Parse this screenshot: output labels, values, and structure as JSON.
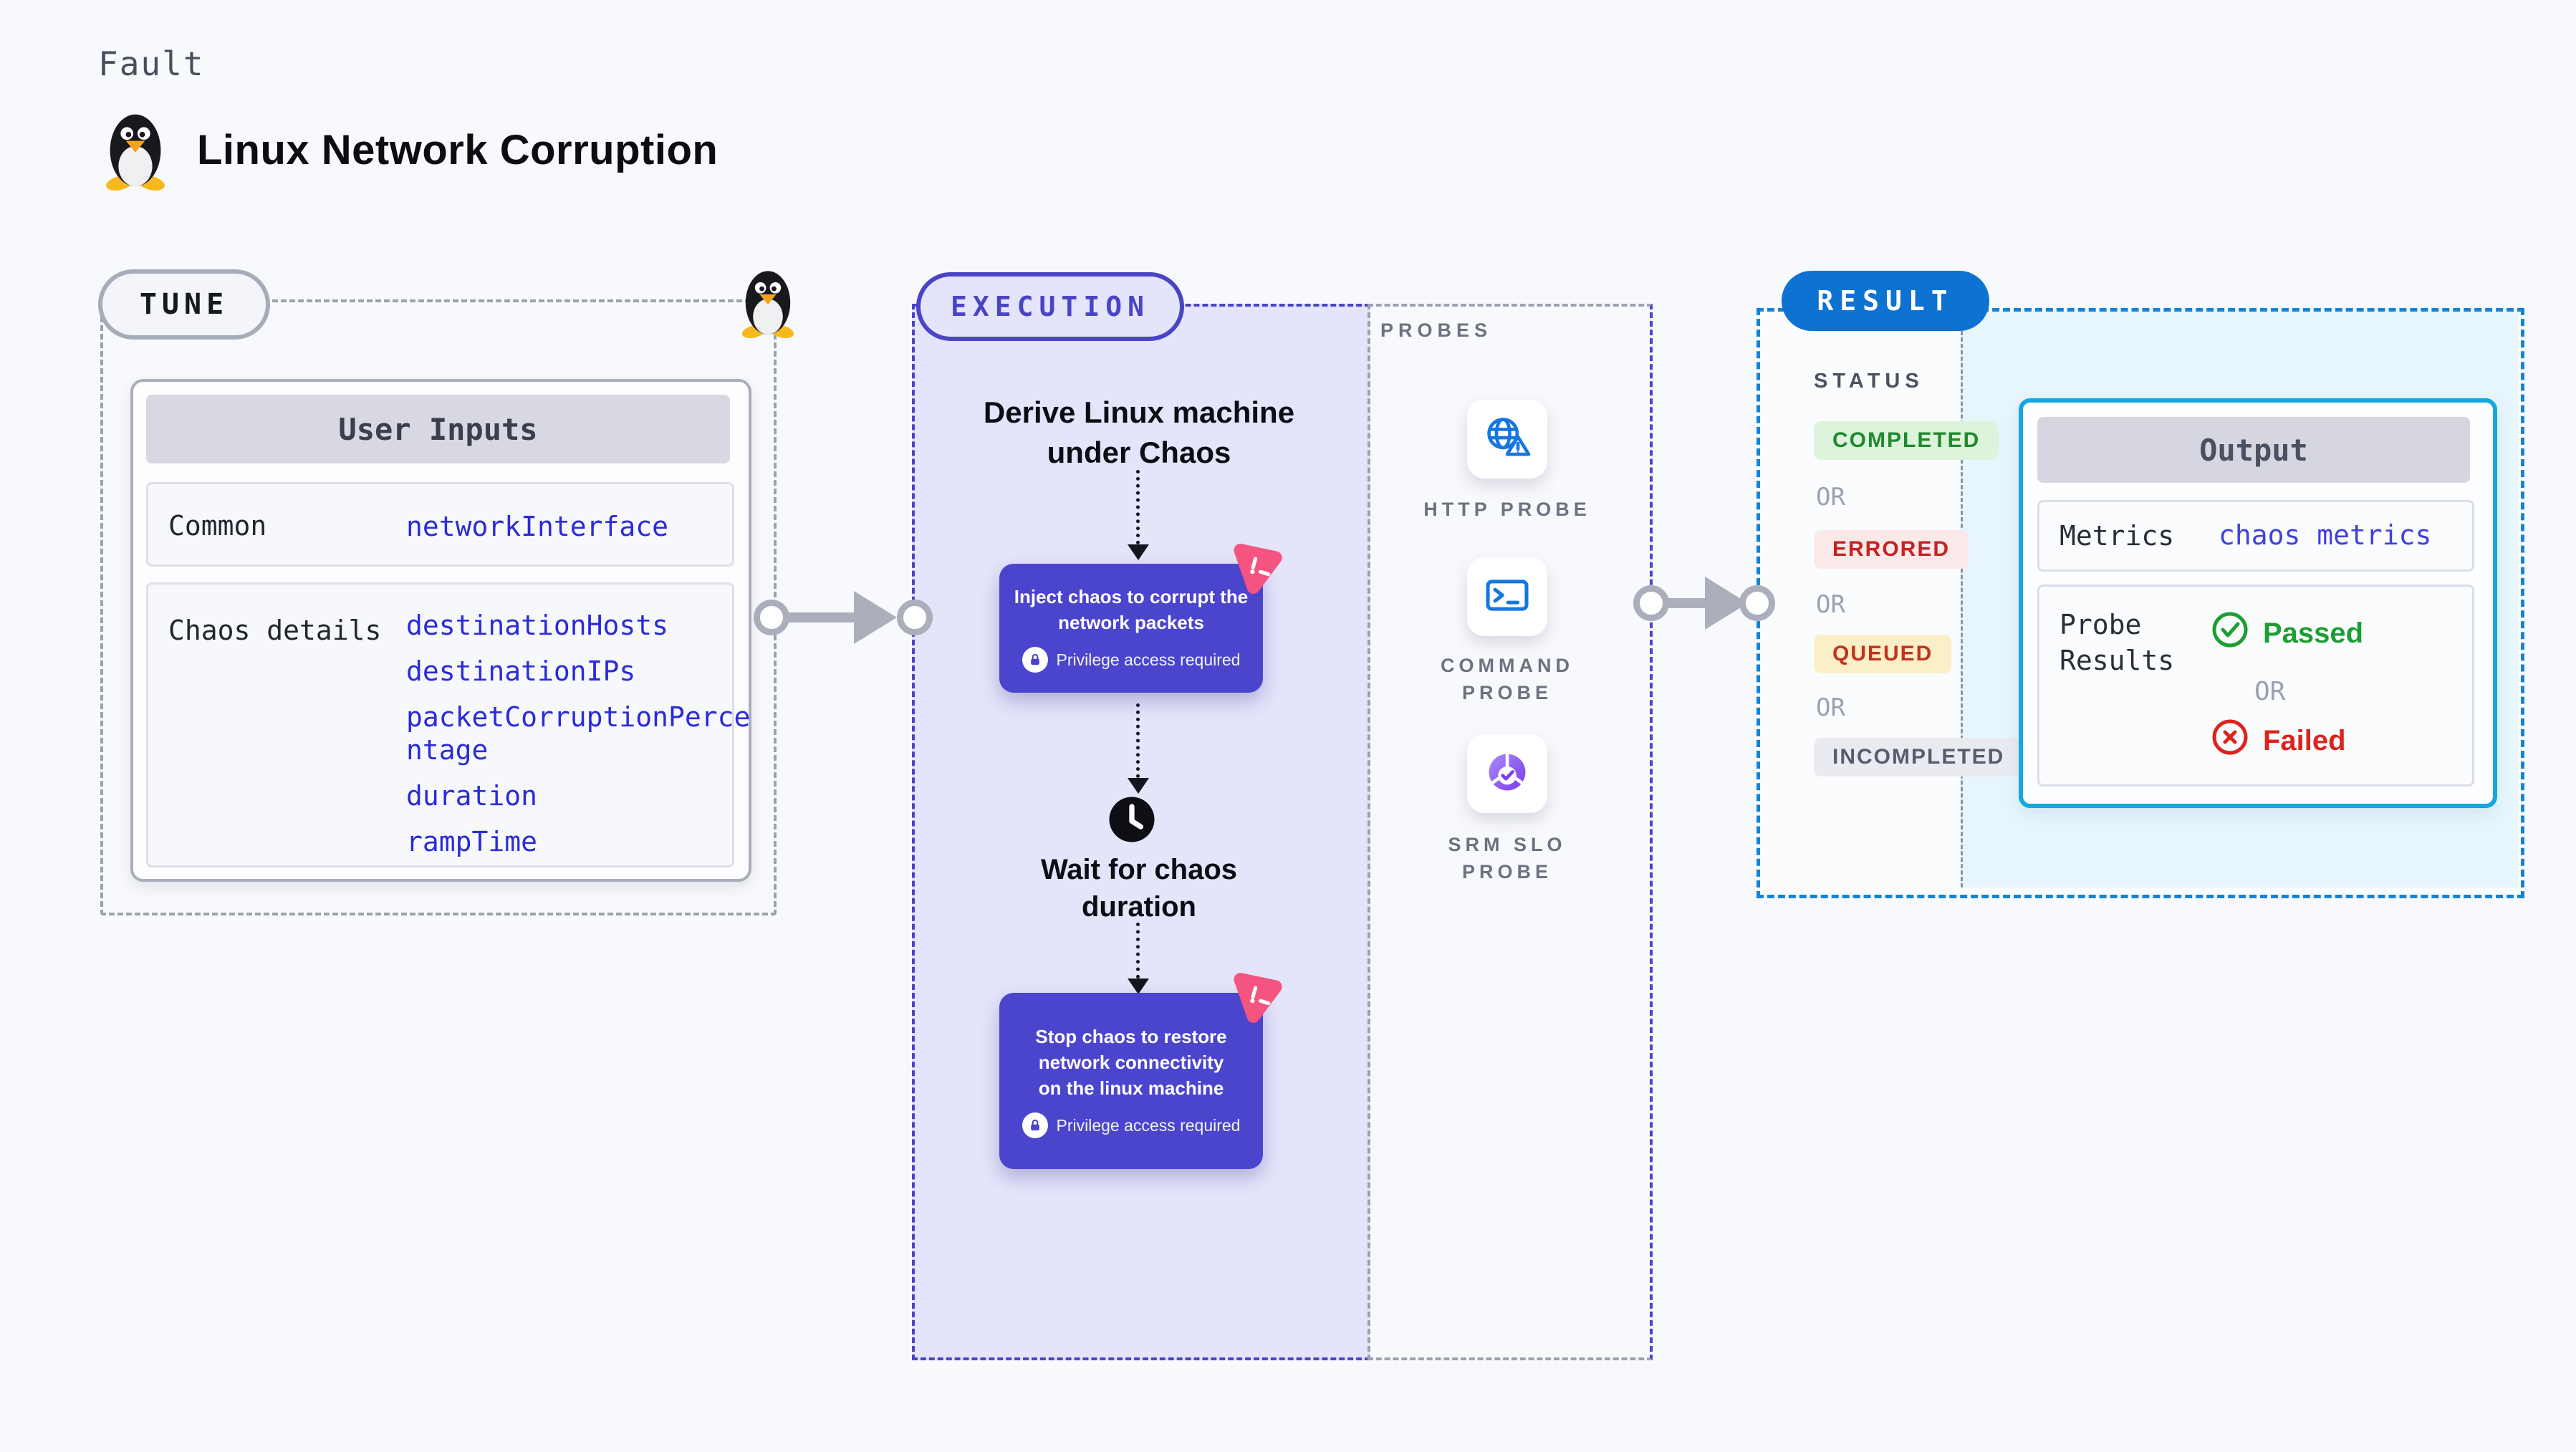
{
  "header": {
    "kicker": "Fault",
    "title": "Linux Network Corruption",
    "title_icon": "tux-penguin-icon"
  },
  "tune": {
    "label": "TUNE",
    "corner_icon": "tux-penguin-icon",
    "card": {
      "title": "User Inputs",
      "rows": [
        {
          "label": "Common",
          "values": [
            "networkInterface"
          ]
        },
        {
          "label": "Chaos details",
          "values": [
            "destinationHosts",
            "destinationIPs",
            "packetCorruptionPercentage",
            "duration",
            "rampTime"
          ]
        }
      ]
    }
  },
  "execution": {
    "label": "EXECUTION",
    "derive_step": "Derive Linux machine under Chaos",
    "inject_step": "Inject chaos to corrupt the network packets",
    "wait_step": "Wait for chaos duration",
    "stop_step": "Stop chaos to restore network connectivity on the linux machine",
    "privilege_note": "Privilege access required",
    "badge_icon": "litmus-chaos-icon",
    "wait_icon": "clock-icon",
    "lock_icon": "lock-icon"
  },
  "probes": {
    "label": "PROBES",
    "items": [
      {
        "name": "HTTP PROBE",
        "icon": "globe-alert-icon"
      },
      {
        "name": "COMMAND PROBE",
        "icon": "terminal-icon"
      },
      {
        "name": "SRM SLO PROBE",
        "icon": "slo-donut-check-icon"
      }
    ]
  },
  "result": {
    "label": "RESULT",
    "status_title": "STATUS",
    "or_label": "OR",
    "statuses": [
      {
        "text": "COMPLETED",
        "color": "#1F8A2E",
        "bg": "#DDF3DC"
      },
      {
        "text": "ERRORED",
        "color": "#C52222",
        "bg": "#FBE9E9"
      },
      {
        "text": "QUEUED",
        "color": "#C13321",
        "bg": "#FAEFC7"
      },
      {
        "text": "INCOMPLETED",
        "color": "#565D6E",
        "bg": "#EAEBF1"
      }
    ],
    "output": {
      "title": "Output",
      "metrics_label": "Metrics",
      "metrics_value": "chaos metrics",
      "probe_results_label": "Probe Results",
      "passed_label": "Passed",
      "failed_label": "Failed",
      "passed_icon": "check-circle-icon",
      "failed_icon": "x-circle-icon"
    }
  },
  "colors": {
    "background": "#F8F9FD",
    "indigo": "#4A44C6",
    "step_box": "#4B45CE",
    "lavender": "#E4E4FA",
    "pink_logo": "#F4547F",
    "probe_blue": "#1577DF",
    "result_blue": "#0E72D2",
    "output_border": "#16A7DE",
    "cyan_bg": "#E7F6FC",
    "value_blue": "#2B2BD8",
    "passed_green": "#1D9E33",
    "failed_red": "#DA251C",
    "arrow_gray": "#ABAEBB"
  }
}
